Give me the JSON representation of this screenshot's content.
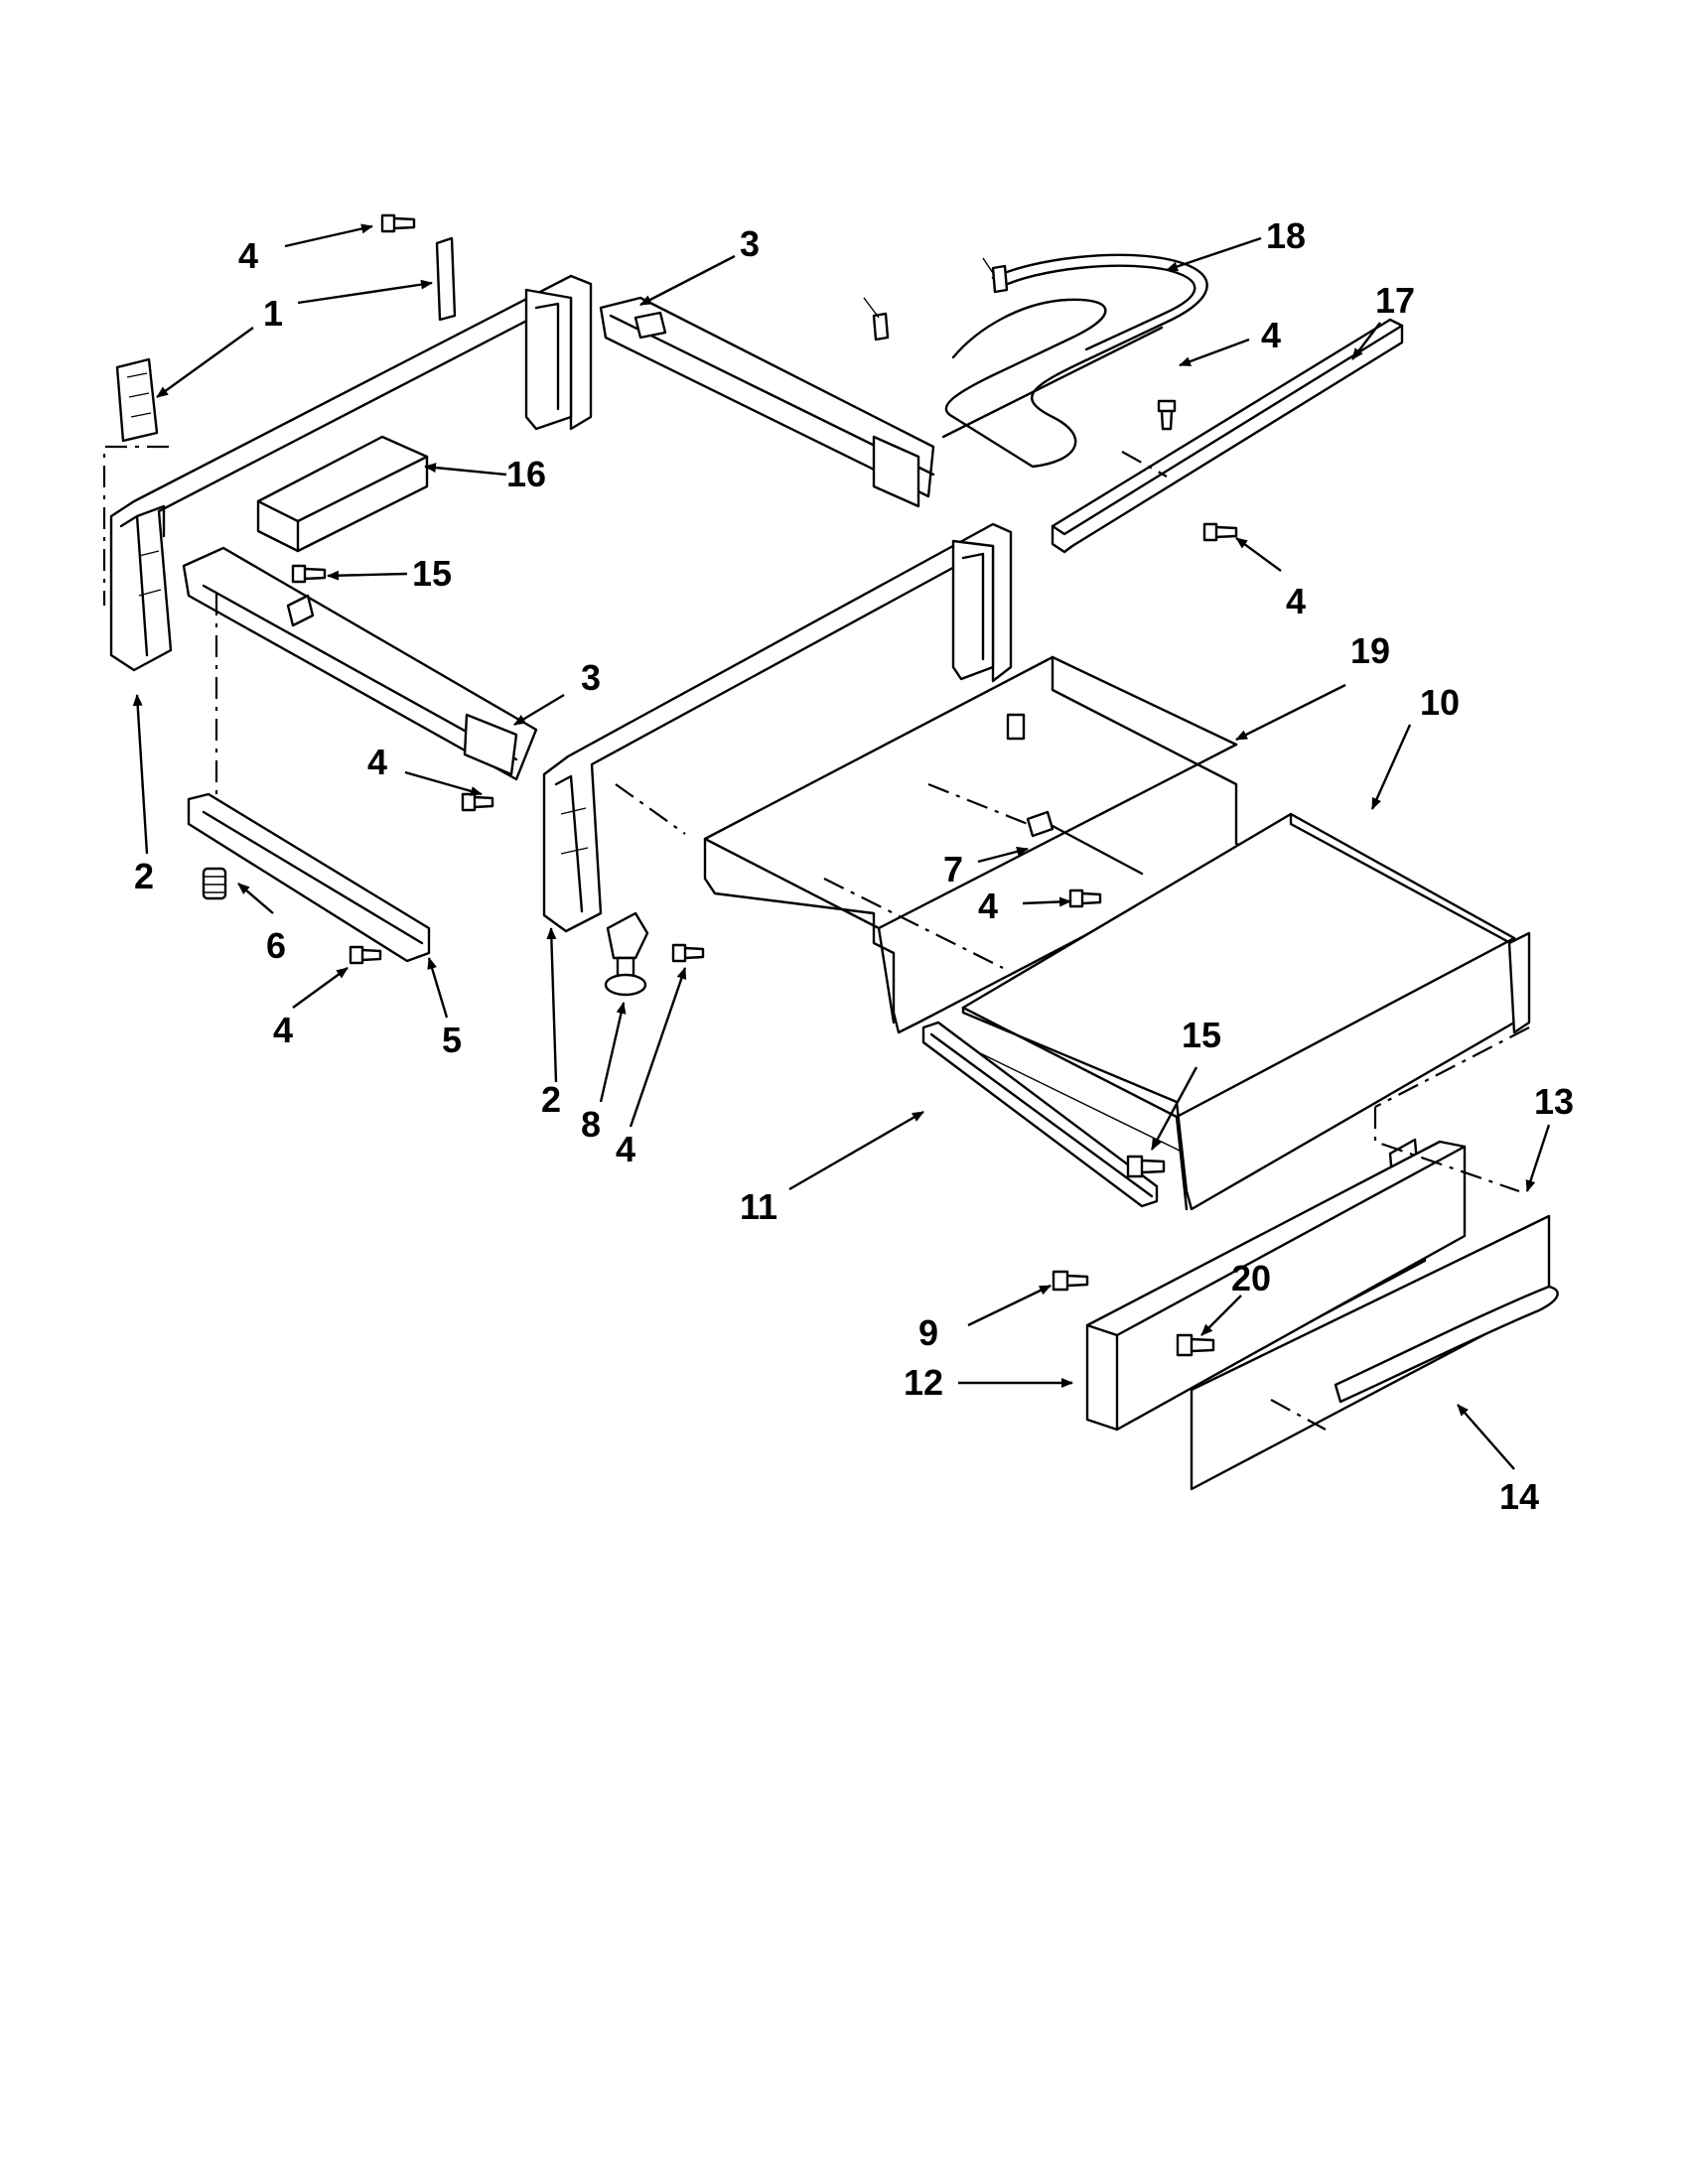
{
  "callouts": [
    {
      "id": "c4a",
      "label": "4"
    },
    {
      "id": "c1",
      "label": "1"
    },
    {
      "id": "c3a",
      "label": "3"
    },
    {
      "id": "c18",
      "label": "18"
    },
    {
      "id": "c17",
      "label": "17"
    },
    {
      "id": "c4b",
      "label": "4"
    },
    {
      "id": "c16",
      "label": "16"
    },
    {
      "id": "c15a",
      "label": "15"
    },
    {
      "id": "c4c",
      "label": "4"
    },
    {
      "id": "c3b",
      "label": "3"
    },
    {
      "id": "c19",
      "label": "19"
    },
    {
      "id": "c10",
      "label": "10"
    },
    {
      "id": "c4d",
      "label": "4"
    },
    {
      "id": "c2a",
      "label": "2"
    },
    {
      "id": "c6",
      "label": "6"
    },
    {
      "id": "c7",
      "label": "7"
    },
    {
      "id": "c4e",
      "label": "4"
    },
    {
      "id": "c4f",
      "label": "4"
    },
    {
      "id": "c5",
      "label": "5"
    },
    {
      "id": "c15b",
      "label": "15"
    },
    {
      "id": "c2b",
      "label": "2"
    },
    {
      "id": "c8",
      "label": "8"
    },
    {
      "id": "c4g",
      "label": "4"
    },
    {
      "id": "c13",
      "label": "13"
    },
    {
      "id": "c11",
      "label": "11"
    },
    {
      "id": "c20",
      "label": "20"
    },
    {
      "id": "c9",
      "label": "9"
    },
    {
      "id": "c12",
      "label": "12"
    },
    {
      "id": "c14",
      "label": "14"
    }
  ]
}
